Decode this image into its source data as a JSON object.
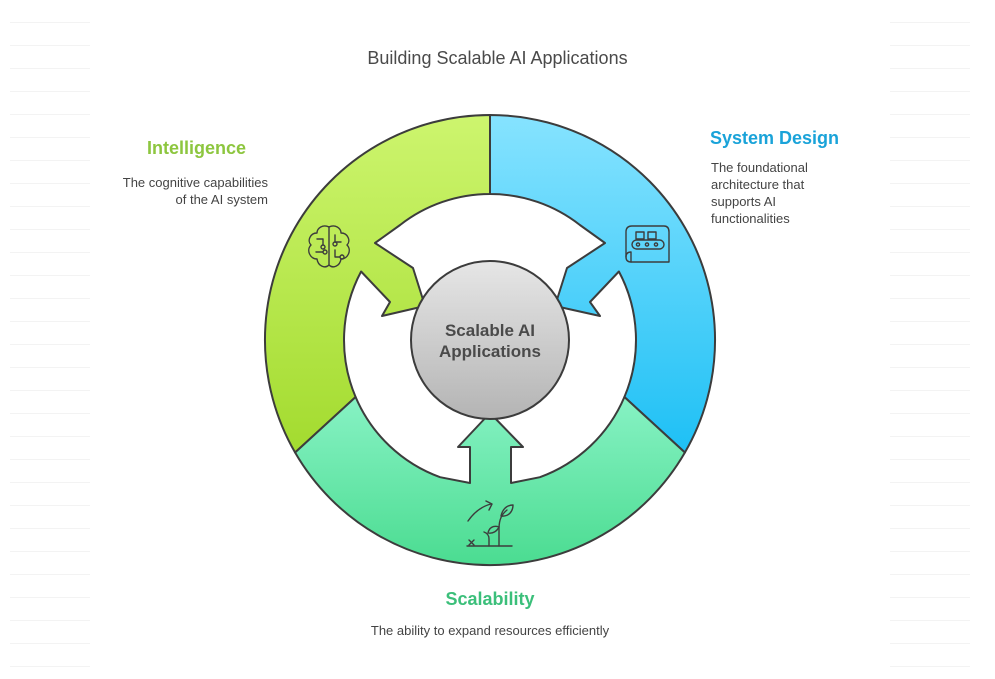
{
  "title": "Building Scalable AI Applications",
  "center": {
    "line1": "Scalable AI",
    "line2": "Applications"
  },
  "segments": [
    {
      "key": "intelligence",
      "heading": "Intelligence",
      "description": "The cognitive capabilities of the AI system",
      "color_top": "#cdf56e",
      "color_bottom": "#a3db2f",
      "text_color": "#8dc63f",
      "icon": "brain-circuit-icon"
    },
    {
      "key": "system_design",
      "heading": "System Design",
      "description": "The foundational architecture that supports AI functionalities",
      "color_top": "#86e3ff",
      "color_bottom": "#1ec0f5",
      "text_color": "#1aa3d9",
      "icon": "conveyor-blueprint-icon"
    },
    {
      "key": "scalability",
      "heading": "Scalability",
      "description": "The ability to expand resources efficiently",
      "color_top": "#87f2c4",
      "color_bottom": "#4bdc91",
      "text_color": "#3bbf7a",
      "icon": "growing-plant-icon"
    }
  ]
}
